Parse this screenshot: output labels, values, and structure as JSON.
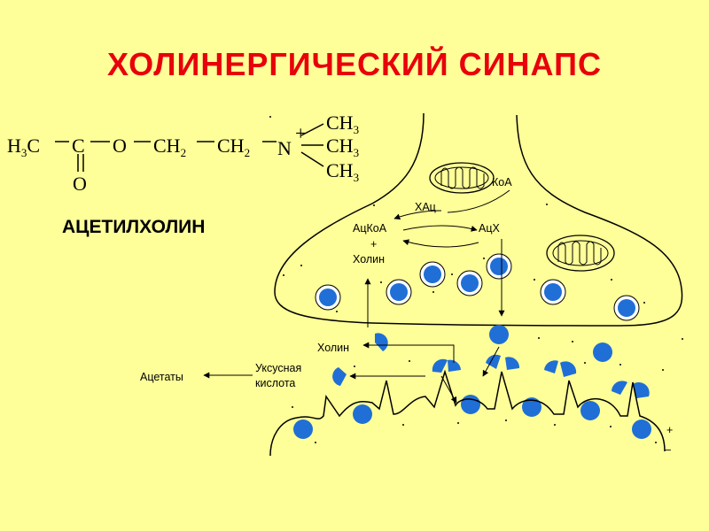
{
  "title": "ХОЛИНЕРГИЧЕСКИЙ СИНАПС",
  "molecule_name": "АЦЕТИЛХОЛИН",
  "formula": {
    "h3c": "H",
    "h3c_sub": "3",
    "h3c_c": "C",
    "c1": "C",
    "o1": "O",
    "ch2_1": "CH",
    "ch2_1_sub": "2",
    "ch2_2": "CH",
    "ch2_2_sub": "2",
    "n": "N",
    "n_charge": "+",
    "ch3_a": "CH",
    "ch3_b": "CH",
    "ch3_c": "CH",
    "ch3_sub": "3",
    "carbonyl_o": "O"
  },
  "labels": {
    "koa": "КоА",
    "hac": "ХАц",
    "acx": "АцХ",
    "ackoa": "АцКоА",
    "plus": "+",
    "cholin_top": "Холин",
    "cholin_mid": "Холин",
    "acid_line1": "Уксусная",
    "acid_line2": "кислота",
    "acetates": "Ацетаты",
    "mem_plus": "+",
    "mem_minus": "–"
  },
  "colors": {
    "title": "#E8000B",
    "background": "#FFFF99",
    "vesicle": "#1F6FD6"
  }
}
